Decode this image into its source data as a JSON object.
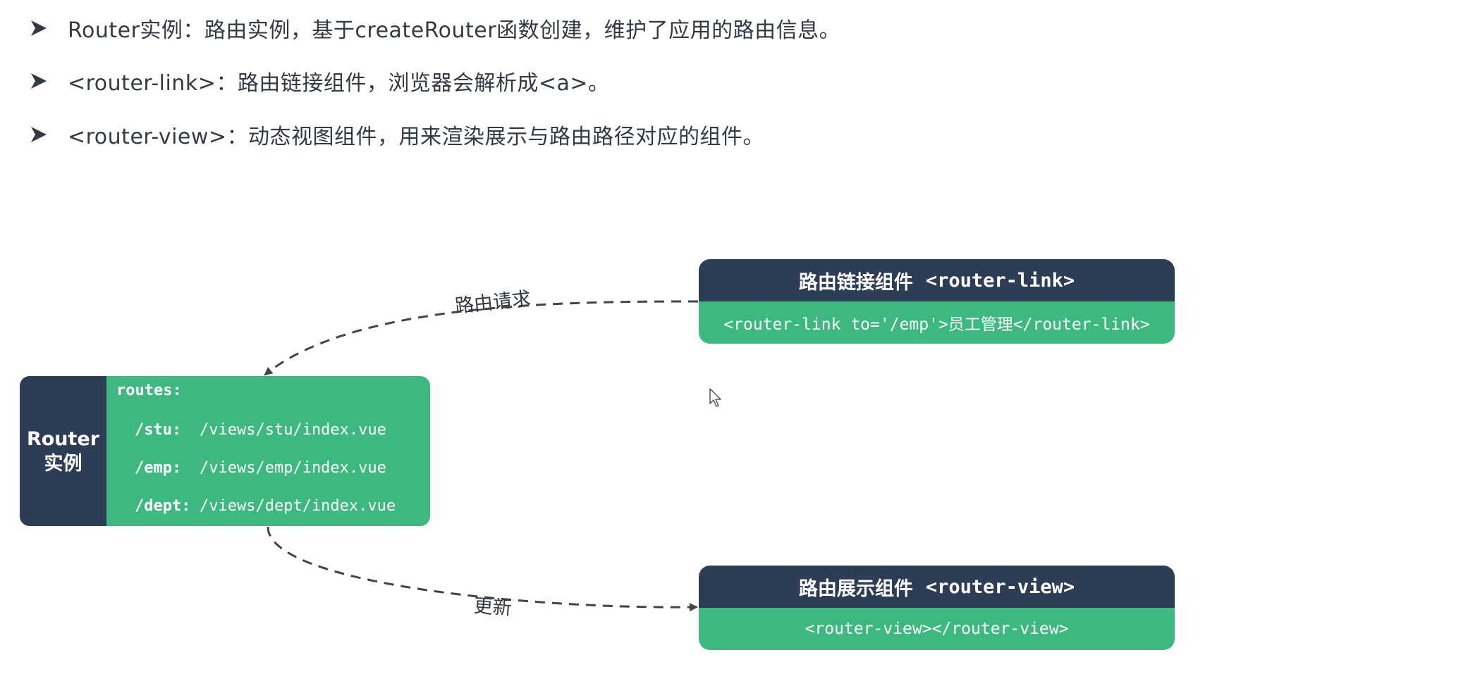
{
  "bullets": [
    {
      "text": "Router实例：路由实例，基于createRouter函数创建，维护了应用的路由信息。"
    },
    {
      "text": "<router-link>：路由链接组件，浏览器会解析成<a>。"
    },
    {
      "text": "<router-view>：动态视图组件，用来渲染展示与路由路径对应的组件。"
    }
  ],
  "router": {
    "title_line1": "Router",
    "title_line2": "实例",
    "routes_label": "routes:",
    "routes": [
      {
        "path": "/stu:",
        "file": "/views/stu/index.vue"
      },
      {
        "path": "/emp:",
        "file": "/views/emp/index.vue"
      },
      {
        "path": "/dept:",
        "file": "/views/dept/index.vue"
      }
    ]
  },
  "router_link": {
    "title": "路由链接组件",
    "tag": "<router-link>",
    "code": "<router-link to='/emp'>员工管理</router-link>"
  },
  "router_view": {
    "title": "路由展示组件",
    "tag": "<router-view>",
    "code": "<router-view></router-view>"
  },
  "connectors": {
    "request_label": "路由请求",
    "update_label": "更新"
  },
  "colors": {
    "navy": "#2e3d56",
    "green": "#3db97f",
    "text": "#333a44",
    "dash": "#444444"
  }
}
